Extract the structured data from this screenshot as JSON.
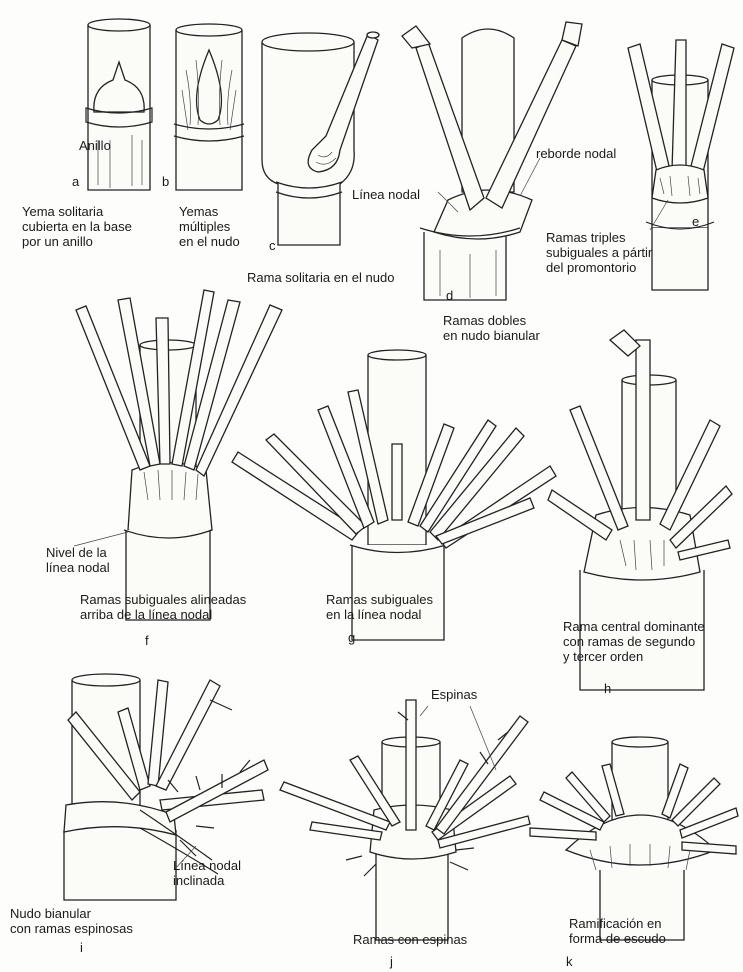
{
  "labels": {
    "a_letter": "a",
    "a_anillo": "Anillo",
    "a_caption": "Yema solitaria\ncubierta en la base\npor un anillo",
    "b_letter": "b",
    "b_caption": "Yemas\nmúltiples\nen el nudo",
    "c_letter": "c",
    "c_caption": "Rama solitaria en el nudo",
    "d_letter": "d",
    "d_reborde": "reborde nodal",
    "d_linea": "Línea nodal",
    "d_caption": "Ramas dobles\nen nudo bianular",
    "e_letter": "e",
    "e_caption": "Ramas triples\nsubiguales a pártir\ndel promontorio",
    "f_letter": "f",
    "f_nivel": "Nivel de la\nlínea nodal",
    "f_caption": "Ramas subiguales alineadas\narriba de la línea nodal",
    "g_letter": "g",
    "g_caption": "Ramas subiguales\nen la línea nodal",
    "h_letter": "h",
    "h_caption": "Rama central dominante\ncon ramas de segundo\ny tercer orden",
    "i_letter": "i",
    "i_caption": "Nudo bianular\ncon ramas espinosas",
    "i_linea": "Línea nodal\ninclinada",
    "j_letter": "j",
    "j_espinas": "Espinas",
    "j_caption": "Ramas con espinas",
    "k_letter": "k",
    "k_caption": "Ramificación en\nforma de escudo"
  }
}
